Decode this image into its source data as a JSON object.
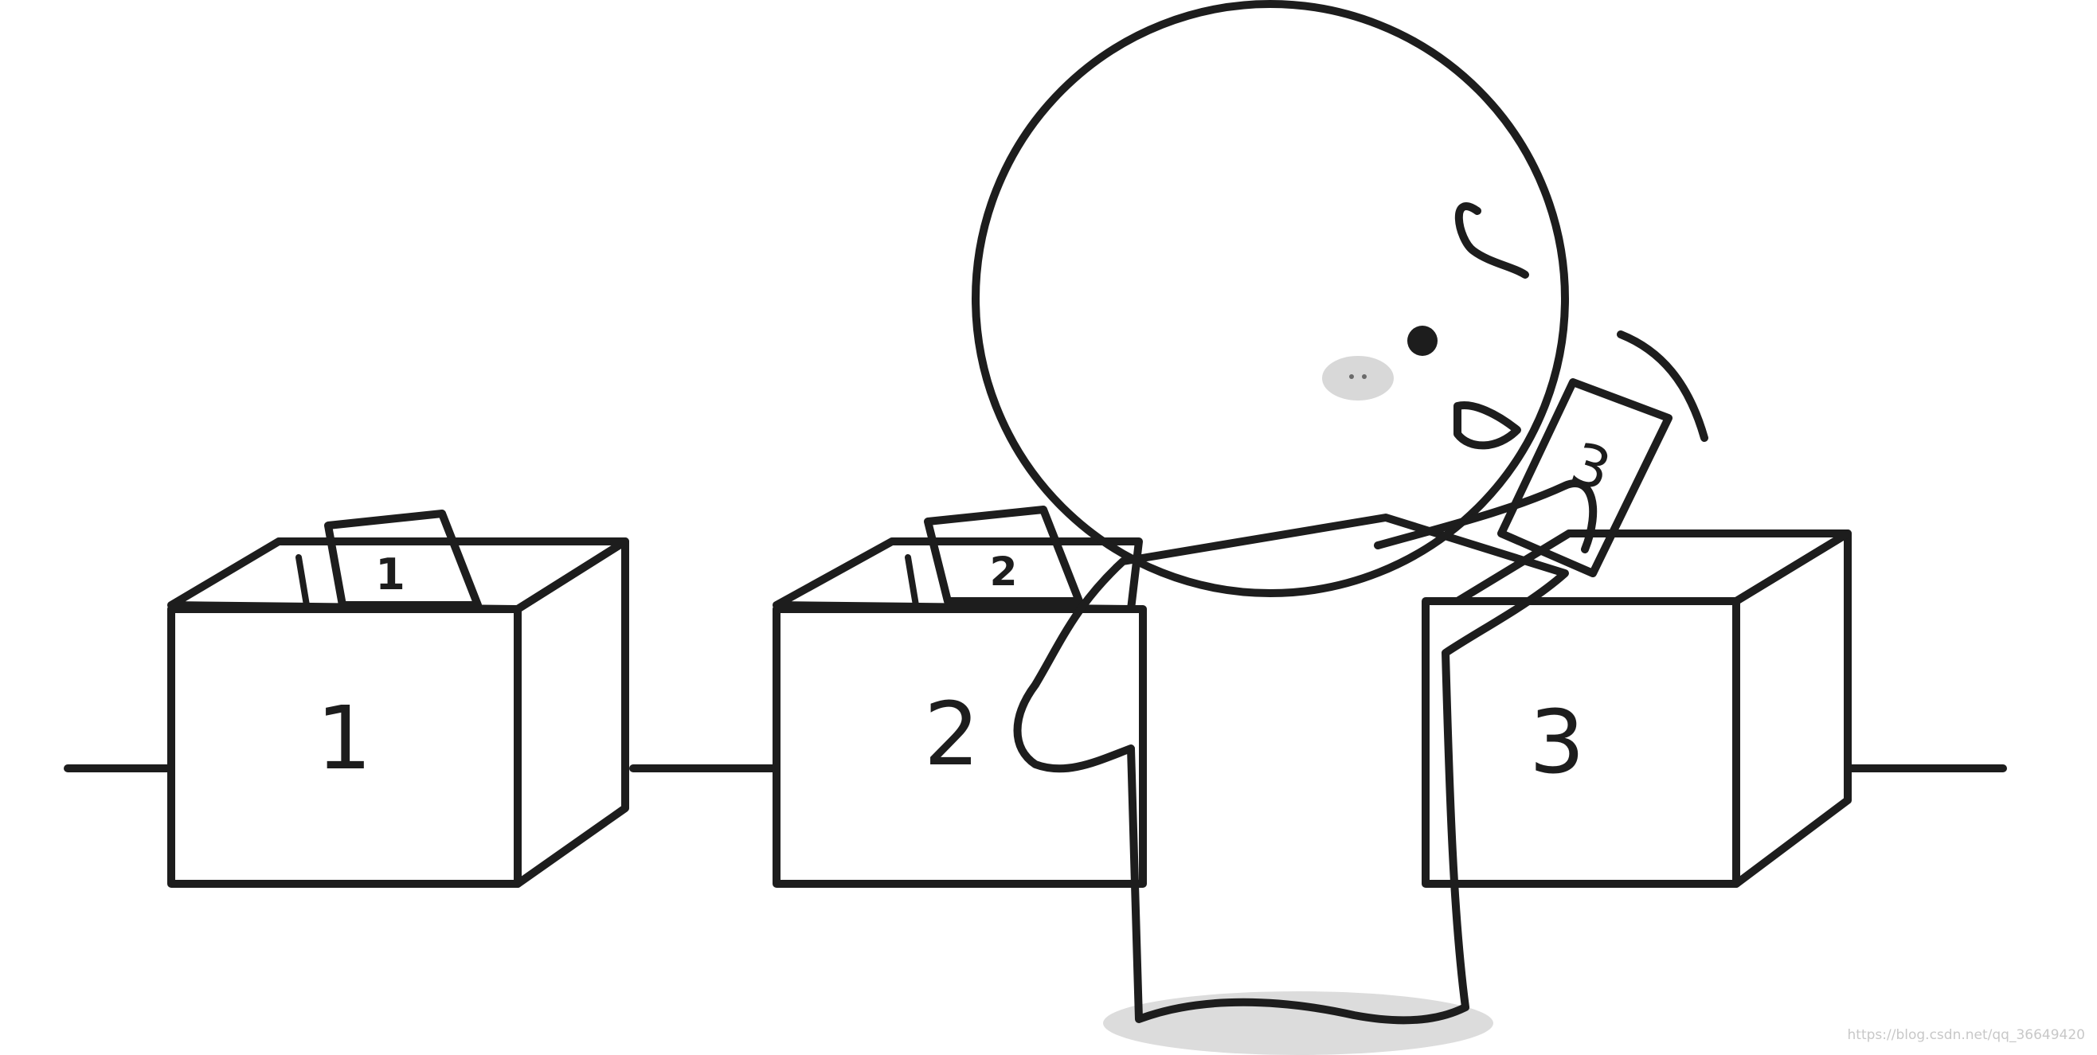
{
  "illustration": {
    "boxes": [
      {
        "number": "1",
        "card_number": "1"
      },
      {
        "number": "2",
        "card_number": "2"
      },
      {
        "number": "3"
      }
    ],
    "held_card_number": "3",
    "colors": {
      "ink": "#1d1d1d",
      "background": "#ffffff",
      "box_side_shade": "#d3d3d3",
      "blush": "#d8d8d8",
      "shadow": "#dcdcdc"
    }
  },
  "watermark": "https://blog.csdn.net/qq_36649420"
}
